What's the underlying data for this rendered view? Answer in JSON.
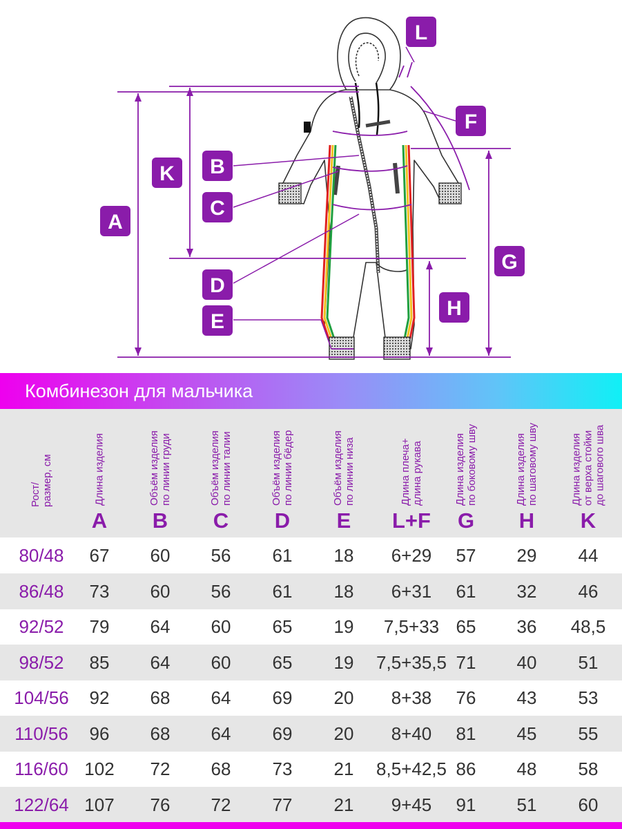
{
  "colors": {
    "accent": "#8a1caa",
    "banner_start": "#ee00ee",
    "banner_end": "#10f0f6",
    "row_alt": "#e6e6e6"
  },
  "diagram": {
    "labels": {
      "A": "A",
      "B": "B",
      "C": "C",
      "D": "D",
      "E": "E",
      "F": "F",
      "G": "G",
      "H": "H",
      "K": "K",
      "L": "L"
    }
  },
  "title": "Комбинезон для мальчика",
  "headers": [
    {
      "text": "Рост/\nразмер, см",
      "letter": ""
    },
    {
      "text": "Длина изделия",
      "letter": "A"
    },
    {
      "text": "Объём изделия\nпо линии груди",
      "letter": "B"
    },
    {
      "text": "Объём изделия\nпо линии талии",
      "letter": "C"
    },
    {
      "text": "Объём изделия\nпо линии бёдер",
      "letter": "D"
    },
    {
      "text": "Объём изделия\nпо линии низа",
      "letter": "E"
    },
    {
      "text": "Длина плеча+\nдлина рукава",
      "letter": "L+F"
    },
    {
      "text": "Длина изделия\nпо боковому шву",
      "letter": "G"
    },
    {
      "text": "Длина изделия\nпо шаговому шву",
      "letter": "H"
    },
    {
      "text": "Длина изделия\nот верха стойки\nдо шагового шва",
      "letter": "K"
    }
  ],
  "rows": [
    [
      "80/48",
      "67",
      "60",
      "56",
      "61",
      "18",
      "6+29",
      "57",
      "29",
      "44"
    ],
    [
      "86/48",
      "73",
      "60",
      "56",
      "61",
      "18",
      "6+31",
      "61",
      "32",
      "46"
    ],
    [
      "92/52",
      "79",
      "64",
      "60",
      "65",
      "19",
      "7,5+33",
      "65",
      "36",
      "48,5"
    ],
    [
      "98/52",
      "85",
      "64",
      "60",
      "65",
      "19",
      "7,5+35,5",
      "71",
      "40",
      "51"
    ],
    [
      "104/56",
      "92",
      "68",
      "64",
      "69",
      "20",
      "8+38",
      "76",
      "43",
      "53"
    ],
    [
      "110/56",
      "96",
      "68",
      "64",
      "69",
      "20",
      "8+40",
      "81",
      "45",
      "55"
    ],
    [
      "116/60",
      "102",
      "72",
      "68",
      "73",
      "21",
      "8,5+42,5",
      "86",
      "48",
      "58"
    ],
    [
      "122/64",
      "107",
      "76",
      "72",
      "77",
      "21",
      "9+45",
      "91",
      "51",
      "60"
    ]
  ]
}
